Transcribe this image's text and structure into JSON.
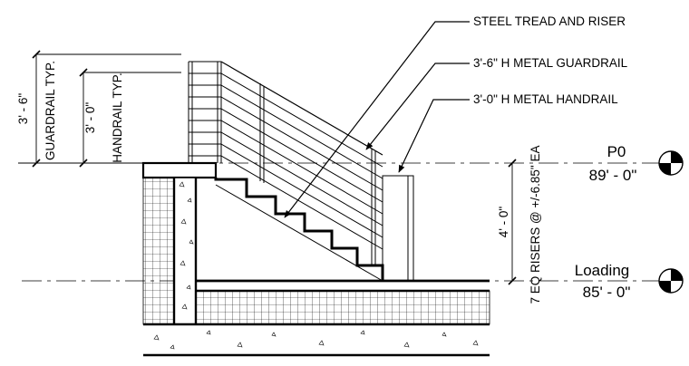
{
  "callouts": {
    "steel_tread": "STEEL TREAD AND RISER",
    "guardrail": "3'-6\" H METAL GUARDRAIL",
    "handrail": "3'-0\" H METAL HANDRAIL"
  },
  "dimensions": {
    "guardrail_value": "3' - 6\"",
    "guardrail_label": "GUARDRAIL TYP.",
    "handrail_value": "3' - 0\"",
    "handrail_label": "HANDRAIL TYP.",
    "riser_value": "4' - 0\"",
    "riser_label": "7 EQ RISERS @ +/-6.85\" EA"
  },
  "levels": [
    {
      "name": "P0",
      "elevation": "89' - 0\""
    },
    {
      "name": "Loading",
      "elevation": "85' - 0\""
    }
  ]
}
